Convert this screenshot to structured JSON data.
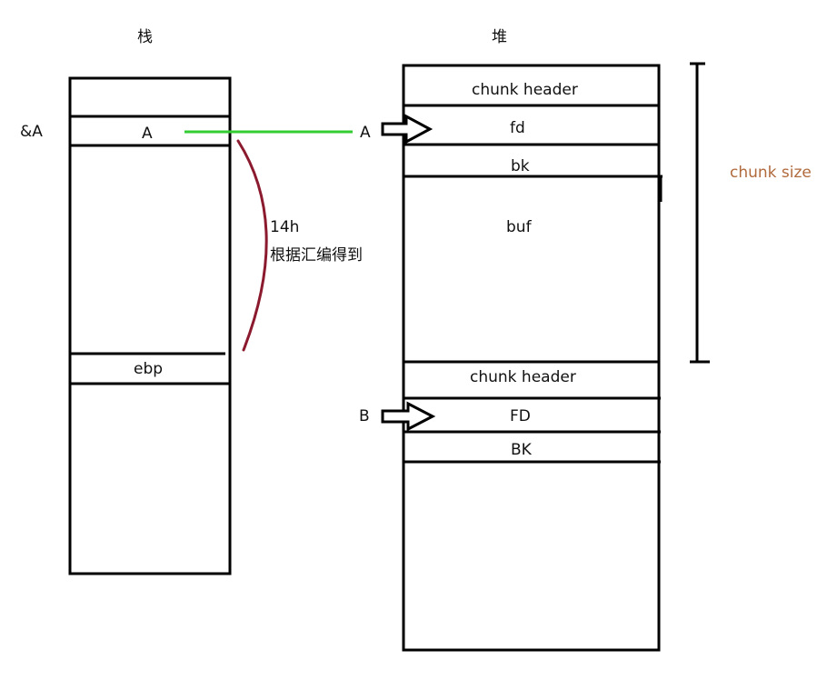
{
  "stack": {
    "title": "栈",
    "pointer_label": "&A",
    "cells": {
      "a": "A",
      "ebp": "ebp"
    },
    "offset": {
      "value": "14h",
      "note": "根据汇编得到"
    }
  },
  "heap": {
    "title": "堆",
    "chunk_a": {
      "pointer_label": "A",
      "header": "chunk header",
      "fd": "fd",
      "bk": "bk",
      "buf": "buf"
    },
    "chunk_b": {
      "pointer_label": "B",
      "header": "chunk header",
      "fd": "FD",
      "bk": "BK"
    },
    "size_label": "chunk size"
  },
  "colors": {
    "link_line": "#33cc33",
    "offset_brace": "#8b1a2e",
    "size_label": "#b06a3c",
    "outline": "#000000"
  }
}
